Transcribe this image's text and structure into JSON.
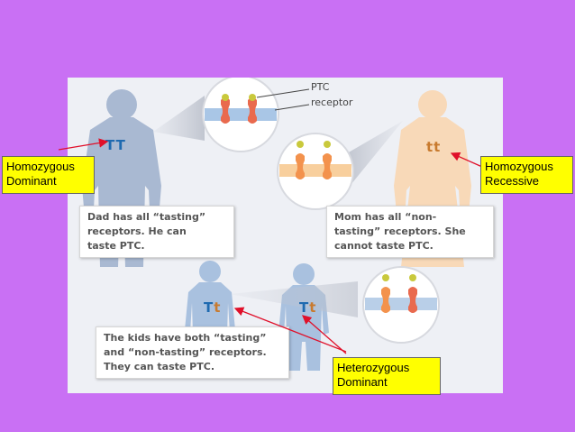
{
  "colors": {
    "background": "#c970f4",
    "panel": "#eef0f5",
    "label_box": "#ffff00",
    "arrow": "#e0102a",
    "dad_genotype": "#1f6ab0",
    "mom_genotype": "#c87a2e",
    "kid_dominant_allele": "#1f6ab0",
    "kid_recessive_allele": "#c87a2e"
  },
  "diagram": {
    "callouts": {
      "ptc": "PTC",
      "receptor": "receptor"
    },
    "dad": {
      "genotype": "TT",
      "caption_lines": [
        "Dad has all “tasting”",
        "receptors. He can",
        "taste PTC."
      ]
    },
    "mom": {
      "genotype": "tt",
      "caption_lines": [
        "Mom has all “non-",
        "tasting” receptors. She",
        "cannot  taste  PTC."
      ]
    },
    "kids": {
      "kid1": {
        "dominant_allele": "T",
        "recessive_allele": "t"
      },
      "kid2": {
        "dominant_allele": "T",
        "recessive_allele": "t"
      },
      "caption_lines": [
        "The kids have both “tasting”",
        "and “non-tasting” receptors.",
        "They can taste  PTC."
      ]
    }
  },
  "labels": {
    "homozygous_dominant": [
      "Homozygous",
      "Dominant"
    ],
    "homozygous_recessive": [
      "Homozygous",
      "Recessive"
    ],
    "heterozygous_dominant": [
      "Heterozygous",
      "Dominant"
    ]
  }
}
